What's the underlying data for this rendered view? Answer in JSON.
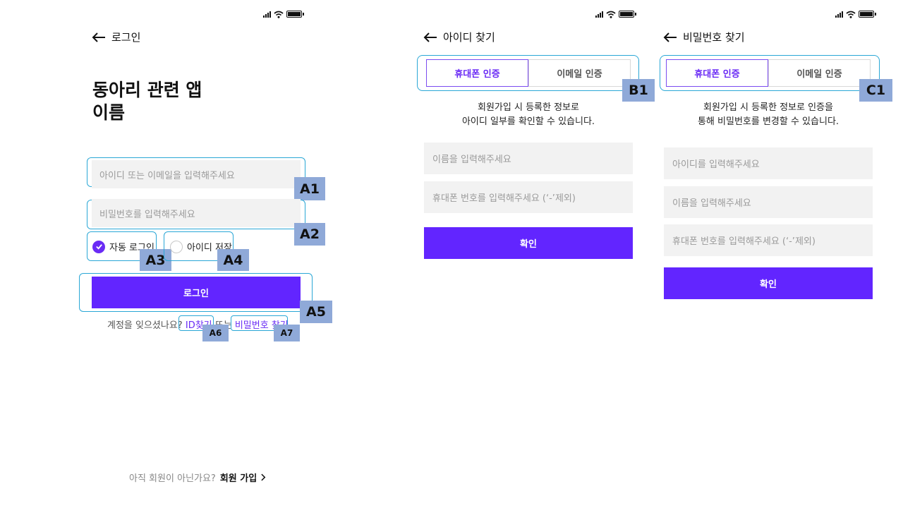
{
  "colors": {
    "accent": "#6225ff",
    "annotation_tag": "#8fa9d8",
    "annotation_outline": "#2aa7d6",
    "input_bg": "#f2f2f2"
  },
  "screens": {
    "login": {
      "header_title": "로그인",
      "app_title_line1": "동아리 관련 앱",
      "app_title_line2": "이름",
      "id_placeholder": "아이디 또는 이메일을 입력해주세요",
      "password_placeholder": "비밀번호를 입력해주세요",
      "auto_login_label": "자동 로그인",
      "save_id_label": "아이디 저장",
      "login_button": "로그인",
      "forgot_text": "계정을 잊으셨나요?",
      "find_id_link": "ID찾기",
      "or_text": "또는",
      "find_password_link": "비밀번호 찾기",
      "signup_question": "아직 회원이 아닌가요?",
      "signup_link": "회원 가입",
      "tags": [
        "A1",
        "A2",
        "A3",
        "A4",
        "A5",
        "A6",
        "A7"
      ]
    },
    "find_id": {
      "header_title": "아이디 찾기",
      "tab_phone": "휴대폰 인증",
      "tab_email": "이메일 인증",
      "desc_line1": "회원가입 시 등록한 정보로",
      "desc_line2": "아이디 일부를 확인할 수 있습니다.",
      "name_placeholder": "이름을 입력해주세요",
      "phone_placeholder": "휴대폰 번호를 입력해주세요 (‘-’제외)",
      "confirm_button": "확인",
      "tag": "B1"
    },
    "find_password": {
      "header_title": "비밀번호 찾기",
      "tab_phone": "휴대폰 인증",
      "tab_email": "이메일 인증",
      "desc_line1": "회원가입 시 등록한 정보로 인증을",
      "desc_line2": "통해 비밀번호를 변경할 수 있습니다.",
      "id_placeholder": "아이디를 입력해주세요",
      "name_placeholder": "이름을 입력해주세요",
      "phone_placeholder": "휴대폰 번호를 입력해주세요 (‘-’제외)",
      "confirm_button": "확인",
      "tag": "C1"
    }
  }
}
